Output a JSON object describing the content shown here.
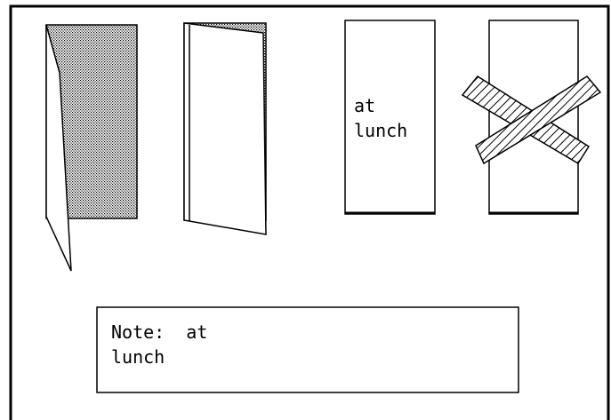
{
  "doors": [
    {
      "name": "door-wide-open",
      "state": "wide open"
    },
    {
      "name": "door-ajar",
      "state": "ajar"
    },
    {
      "name": "door-closed-with-sign",
      "state": "closed",
      "sign_lines": [
        "at",
        "lunch"
      ]
    },
    {
      "name": "door-barred",
      "state": "barred"
    }
  ],
  "note": {
    "lines": [
      "Note:  at",
      "lunch"
    ]
  },
  "colors": {
    "ink": "#000000",
    "paper": "#ffffff",
    "shade": "#a8a8a8"
  }
}
